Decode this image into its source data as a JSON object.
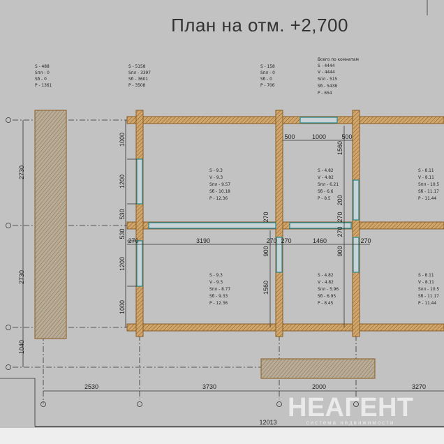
{
  "title": "План на отм. +2,700",
  "summary_blocks": [
    {
      "lines": [
        "S  - 488",
        "Sпл - 0",
        "Sб  - 0",
        "P  - 1361"
      ]
    },
    {
      "lines": [
        "S  - 5158",
        "Sпл - 3397",
        "Sб  - 3601",
        "P  - 3508"
      ]
    },
    {
      "lines": [
        "S  - 158",
        "Sпл - 0",
        "Sб  - 0",
        "P  - 706"
      ]
    }
  ],
  "totals": {
    "heading": "Всего по комнатам",
    "lines": [
      "S  - 4444",
      "V  - 4444",
      "Sпл - 515",
      "Sб  - 5438",
      "P  - 654"
    ]
  },
  "rooms": [
    {
      "lines": [
        "S  - 9.3",
        "V  - 9.3",
        "Sпл - 9.57",
        "Sб  - 10.18",
        "P  - 12.36"
      ]
    },
    {
      "lines": [
        "S  - 4.82",
        "V  - 4.82",
        "Sпл - 6.21",
        "Sб  - 6.6",
        "P  - 8.5"
      ]
    },
    {
      "lines": [
        "S  - 8.11",
        "V  - 8.11",
        "Sпл - 10.5",
        "Sб  - 11.17",
        "P  - 11.44"
      ]
    },
    {
      "lines": [
        "S  - 9.3",
        "V  - 9.3",
        "Sпл - 8.77",
        "Sб  - 9.33",
        "P  - 12.36"
      ]
    },
    {
      "lines": [
        "S  - 4.82",
        "V  - 4.82",
        "Sпл - 5.96",
        "Sб  - 6.95",
        "P  - 8.45"
      ]
    },
    {
      "lines": [
        "S  - 8.11",
        "V  - 8.11",
        "Sпл - 10.5",
        "Sб  - 11.17",
        "P  - 11.44"
      ]
    }
  ],
  "dimensions": {
    "left": [
      "2730",
      "2730",
      "1040"
    ],
    "inner_left": [
      "1000",
      "1200",
      "530",
      "530",
      "1200",
      "1000"
    ],
    "top_window": [
      "500",
      "1000",
      "500"
    ],
    "middle": [
      "270",
      "3190",
      "270",
      "270",
      "1460",
      "270"
    ],
    "vertical_inner": [
      "270",
      "200",
      "270",
      "270",
      "900",
      "900",
      "1560",
      "1560"
    ],
    "bottom": [
      "2530",
      "3730",
      "2000",
      "3270"
    ],
    "overall": "12013"
  },
  "watermark": {
    "brand": "НЕАГЕНТ",
    "tagline": "система недвижимости"
  },
  "colors": {
    "background": "#c2c2c2",
    "wall": "#c89a5a",
    "window": "#1f8a96"
  }
}
